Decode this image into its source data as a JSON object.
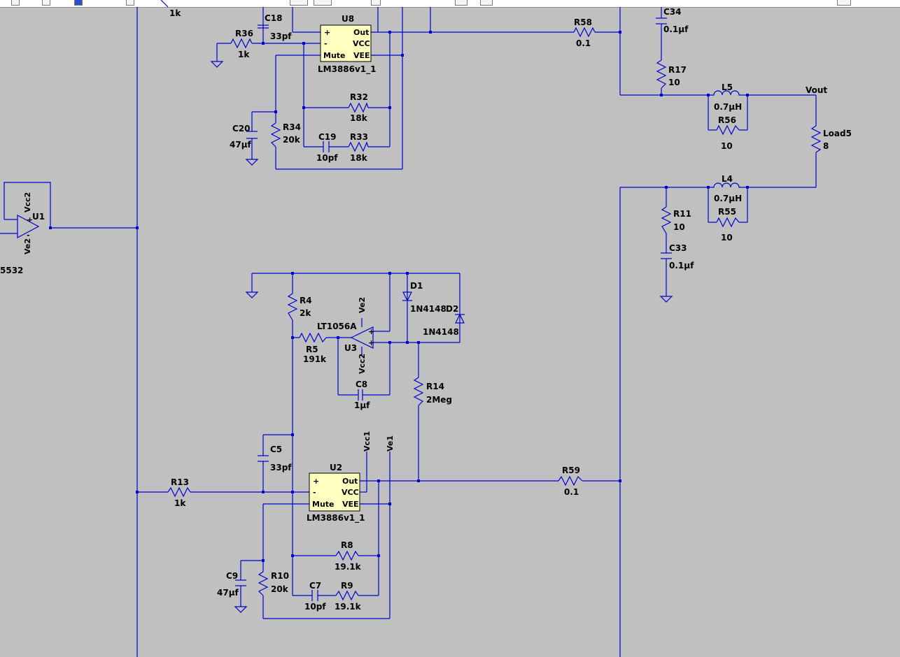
{
  "schematic": {
    "colors": {
      "wire": "#0000d0",
      "background": "#c0c0c0",
      "ic_fill": "#ffffc0",
      "text": "#000000"
    },
    "top_cut_label": "1k",
    "components": {
      "C18": {
        "ref": "C18",
        "value": "33pf"
      },
      "R36": {
        "ref": "R36",
        "value": "1k"
      },
      "U8": {
        "ref": "U8",
        "model": "LM3886v1_1",
        "pins": {
          "plus": "+",
          "minus": "-",
          "mute": "Mute",
          "out": "Out",
          "vcc": "VCC",
          "vee": "VEE"
        }
      },
      "R58": {
        "ref": "R58",
        "value": "0.1"
      },
      "C34": {
        "ref": "C34",
        "value": "0.1µf"
      },
      "R17": {
        "ref": "R17",
        "value": "10"
      },
      "L5": {
        "ref": "L5",
        "value": "0.7µH"
      },
      "R56": {
        "ref": "R56",
        "value": "10"
      },
      "Vout": {
        "label": "Vout"
      },
      "Load5": {
        "ref": "Load5",
        "value": "8"
      },
      "R32": {
        "ref": "R32",
        "value": "18k"
      },
      "C20": {
        "ref": "C20",
        "value": "47µf"
      },
      "R34": {
        "ref": "R34",
        "value": "20k"
      },
      "C19": {
        "ref": "C19",
        "value": "10pf"
      },
      "R33": {
        "ref": "R33",
        "value": "18k"
      },
      "L4": {
        "ref": "L4",
        "value": "0.7µH"
      },
      "R55": {
        "ref": "R55",
        "value": "10"
      },
      "R11": {
        "ref": "R11",
        "value": "10"
      },
      "C33": {
        "ref": "C33",
        "value": "0.1µf"
      },
      "U1": {
        "ref": "U1",
        "model": "5532",
        "vcc": "Vcc2",
        "vee": "Ve2"
      },
      "D1": {
        "ref": "D1",
        "value": "1N4148"
      },
      "D2": {
        "ref": "D2",
        "value": "1N4148"
      },
      "R4": {
        "ref": "R4",
        "value": "2k"
      },
      "U3": {
        "ref": "U3",
        "model": "LT1056A",
        "vcc": "Vcc2",
        "vee": "Ve2"
      },
      "R5": {
        "ref": "R5",
        "value": "191k"
      },
      "C8": {
        "ref": "C8",
        "value": "1µf"
      },
      "R14": {
        "ref": "R14",
        "value": "2Meg"
      },
      "C5": {
        "ref": "C5",
        "value": "33pf"
      },
      "U2": {
        "ref": "U2",
        "model": "LM3886v1_1",
        "pins": {
          "plus": "+",
          "minus": "-",
          "mute": "Mute",
          "out": "Out",
          "vcc": "VCC",
          "vee": "VEE"
        }
      },
      "Vcc1": {
        "label": "Vcc1"
      },
      "Ve1": {
        "label": "Ve1"
      },
      "R59": {
        "ref": "R59",
        "value": "0.1"
      },
      "R13": {
        "ref": "R13",
        "value": "1k"
      },
      "R8": {
        "ref": "R8",
        "value": "19.1k"
      },
      "C9": {
        "ref": "C9",
        "value": "47µf"
      },
      "R10": {
        "ref": "R10",
        "value": "20k"
      },
      "C7": {
        "ref": "C7",
        "value": "10pf"
      },
      "R9": {
        "ref": "R9",
        "value": "19.1k"
      }
    }
  }
}
